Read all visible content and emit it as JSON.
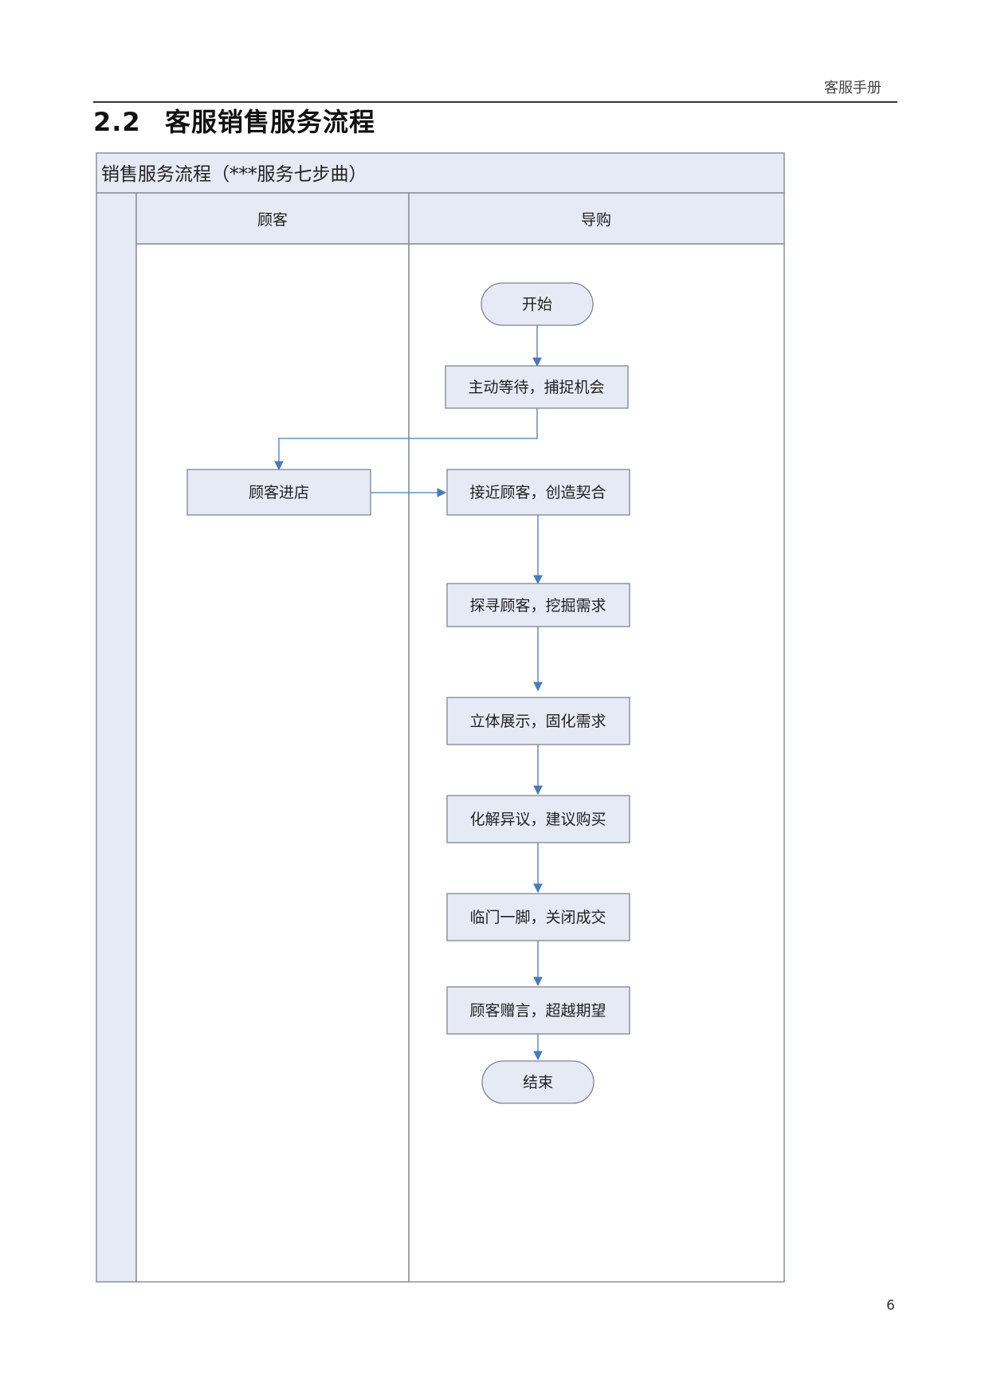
{
  "header": {
    "title": "客服手册"
  },
  "section": {
    "number": "2.2",
    "title": "客服销售服务流程"
  },
  "page_number": "6",
  "diagram": {
    "title": "销售服务流程（***服务七步曲）",
    "lanes": [
      {
        "id": "customer",
        "label": "顾客"
      },
      {
        "id": "guide",
        "label": "导购"
      }
    ],
    "nodes": [
      {
        "id": "start",
        "label": "开始",
        "shape": "terminator",
        "lane": "guide"
      },
      {
        "id": "step1",
        "label": "主动等待，捕捉机会",
        "shape": "process",
        "lane": "guide"
      },
      {
        "id": "enter",
        "label": "顾客进店",
        "shape": "process",
        "lane": "customer"
      },
      {
        "id": "step2",
        "label": "接近顾客，创造契合",
        "shape": "process",
        "lane": "guide"
      },
      {
        "id": "step3",
        "label": "探寻顾客，挖掘需求",
        "shape": "process",
        "lane": "guide"
      },
      {
        "id": "step4",
        "label": "立体展示，固化需求",
        "shape": "process",
        "lane": "guide"
      },
      {
        "id": "step5",
        "label": "化解异议，建议购买",
        "shape": "process",
        "lane": "guide"
      },
      {
        "id": "step6",
        "label": "临门一脚，关闭成交",
        "shape": "process",
        "lane": "guide"
      },
      {
        "id": "step7",
        "label": "顾客赠言，超越期望",
        "shape": "process",
        "lane": "guide"
      },
      {
        "id": "end",
        "label": "结束",
        "shape": "terminator",
        "lane": "guide"
      }
    ],
    "edges": [
      {
        "from": "start",
        "to": "step1"
      },
      {
        "from": "step1",
        "to": "enter"
      },
      {
        "from": "enter",
        "to": "step2"
      },
      {
        "from": "step2",
        "to": "step3"
      },
      {
        "from": "step3",
        "to": "step4"
      },
      {
        "from": "step4",
        "to": "step5"
      },
      {
        "from": "step5",
        "to": "step6"
      },
      {
        "from": "step6",
        "to": "step7"
      },
      {
        "from": "step7",
        "to": "end"
      }
    ],
    "colors": {
      "fill": "#e6eaf5",
      "border": "#7f8590",
      "arrow": "#4a7ab8",
      "frame": "#8a8f99"
    }
  }
}
